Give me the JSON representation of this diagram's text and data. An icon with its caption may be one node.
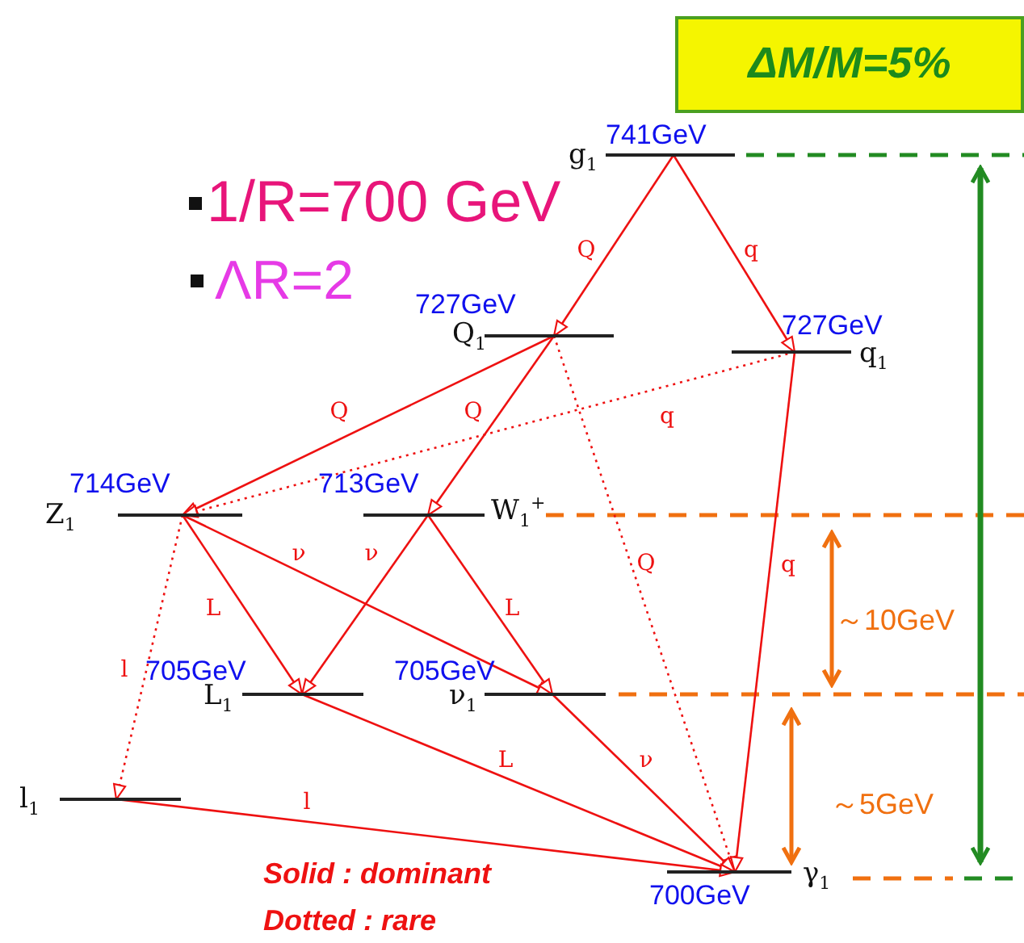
{
  "diagram": {
    "nodes": [
      {
        "text": [
          "741GeV",
          "g$_{1}$"
        ]
      },
      {
        "text": [
          "727GeV",
          "Q$_{1}$"
        ]
      },
      {
        "text": [
          "727GeV",
          "q$_{1}$"
        ]
      },
      {
        "text": [
          "714GeV",
          "Z$_{1}$"
        ]
      },
      {
        "text": [
          "713GeV",
          "W$_{1}$$^{+}$"
        ]
      },
      {
        "text": [
          "705GeV",
          "L$_{1}$"
        ]
      },
      {
        "text": [
          "705GeV",
          "ν$_{1}$"
        ]
      },
      {
        "text": [
          "l$_{1}$"
        ]
      },
      {
        "text": [
          "γ$_{1}$",
          "700GeV"
        ]
      },
      {
        "text": [
          "ΔM/M=5%"
        ]
      }
    ],
    "edges": [
      {
        "from": 0,
        "to": 1,
        "arrow": "to",
        "label": "Q"
      },
      {
        "from": 0,
        "to": 2,
        "arrow": "to",
        "label": "q"
      },
      {
        "from": 1,
        "to": 3,
        "arrow": "to",
        "label": "Q"
      },
      {
        "from": 1,
        "to": 4,
        "arrow": "to",
        "label": "Q"
      },
      {
        "from": 1,
        "to": 8,
        "arrow": "to",
        "label": "Q",
        "style": "dashed"
      },
      {
        "from": 2,
        "to": 3,
        "arrow": "to",
        "label": "q",
        "style": "dashed"
      },
      {
        "from": 2,
        "to": 8,
        "arrow": "to",
        "label": "q"
      },
      {
        "from": 3,
        "to": 5,
        "arrow": "to",
        "label": "L"
      },
      {
        "from": 3,
        "to": 6,
        "arrow": "to",
        "label": "ν"
      },
      {
        "from": 3,
        "to": 7,
        "arrow": "to",
        "label": "l",
        "style": "dashed"
      },
      {
        "from": 4,
        "to": 5,
        "arrow": "to",
        "label": "ν"
      },
      {
        "from": 4,
        "to": 6,
        "arrow": "to",
        "label": "L"
      },
      {
        "from": 5,
        "to": 8,
        "arrow": "to",
        "label": "L"
      },
      {
        "from": 6,
        "to": 8,
        "arrow": "to",
        "label": "ν"
      },
      {
        "from": 7,
        "to": 8,
        "arrow": "to",
        "label": "l"
      }
    ],
    "labels": [
      "1/R=700 GeV",
      "ΛR=2",
      "～10GeV",
      "～5GeV",
      "Solid : dominant",
      "Dotted : rare"
    ]
  }
}
